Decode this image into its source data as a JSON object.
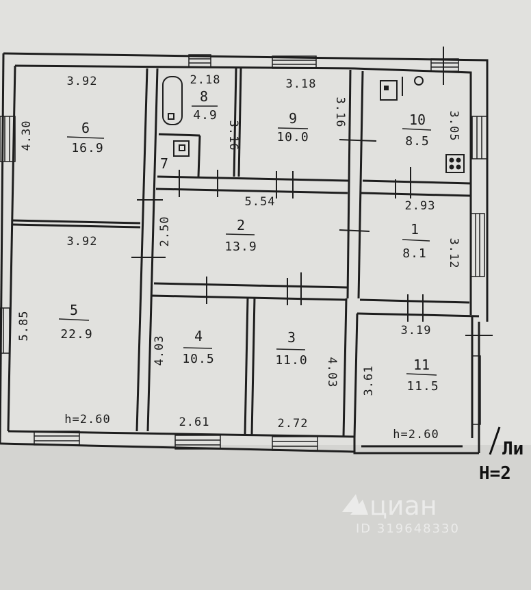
{
  "rooms": [
    {
      "id": "r6",
      "number": "6",
      "area": "16.9"
    },
    {
      "id": "r8",
      "number": "8",
      "area": "4.9"
    },
    {
      "id": "r7",
      "number": "7",
      "area": ""
    },
    {
      "id": "r9",
      "number": "9",
      "area": "10.0"
    },
    {
      "id": "r10",
      "number": "10",
      "area": "8.5"
    },
    {
      "id": "r2",
      "number": "2",
      "area": "13.9"
    },
    {
      "id": "r1",
      "number": "1",
      "area": "8.1"
    },
    {
      "id": "r5",
      "number": "5",
      "area": "22.9"
    },
    {
      "id": "r4",
      "number": "4",
      "area": "10.5"
    },
    {
      "id": "r3",
      "number": "3",
      "area": "11.0"
    },
    {
      "id": "r11",
      "number": "11",
      "area": "11.5"
    }
  ],
  "dimensions": {
    "r6_top": "3.92",
    "r6_left": "4.30",
    "r8_top": "2.18",
    "r8_right": "3.16",
    "r9_top": "3.18",
    "r9_right": "3.16",
    "r10_right": "3.05",
    "r2_top": "5.54",
    "r2_left": "2.50",
    "r1_top": "2.93",
    "r1_right": "3.12",
    "r5_top": "3.92",
    "r5_left": "5.85",
    "r4_left": "4.03",
    "r4_bottom": "2.61",
    "r3_right": "4.03",
    "r3_bottom": "2.72",
    "r11_top": "3.19",
    "r11_left": "3.61"
  },
  "heights": {
    "r5_height": "h=2.60",
    "r11_height": "h=2.60",
    "outside_label": "Ли",
    "outside_height": "H=2"
  },
  "watermark": {
    "brand": "циан",
    "id": "ID 319648330"
  }
}
